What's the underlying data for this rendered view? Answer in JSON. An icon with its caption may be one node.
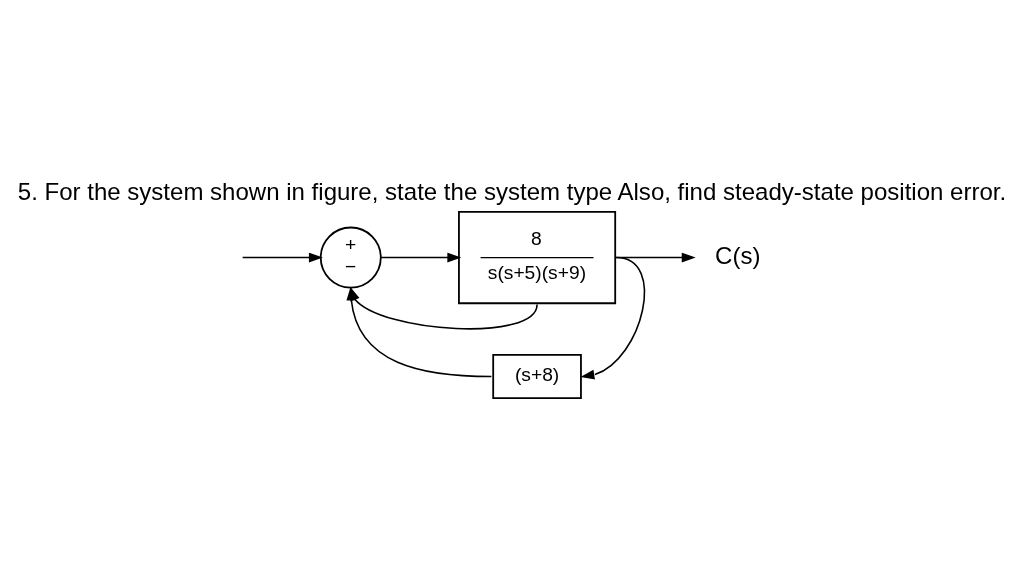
{
  "diagram": {
    "title": "5. For the system shown in figure, state the system type Also, find steady-state position error.",
    "nodes": [
      {
        "text": [
          "+",
          "−"
        ]
      },
      {
        "text": [
          "8",
          "s(s+5)(s+9)"
        ]
      },
      {
        "text": [
          "C(s)"
        ]
      },
      {
        "text": [
          "(s+8)"
        ]
      }
    ],
    "edges": [
      {
        "from": null,
        "to": 0,
        "arrow": "to"
      },
      {
        "from": 0,
        "to": 1,
        "arrow": "to"
      },
      {
        "from": 1,
        "to": 2,
        "arrow": "to"
      },
      {
        "from": 1,
        "to": 3,
        "arrow": "to"
      },
      {
        "from": 3,
        "to": 0,
        "arrow": "to"
      },
      {
        "from": 1,
        "to": 0,
        "arrow": "to"
      }
    ]
  }
}
